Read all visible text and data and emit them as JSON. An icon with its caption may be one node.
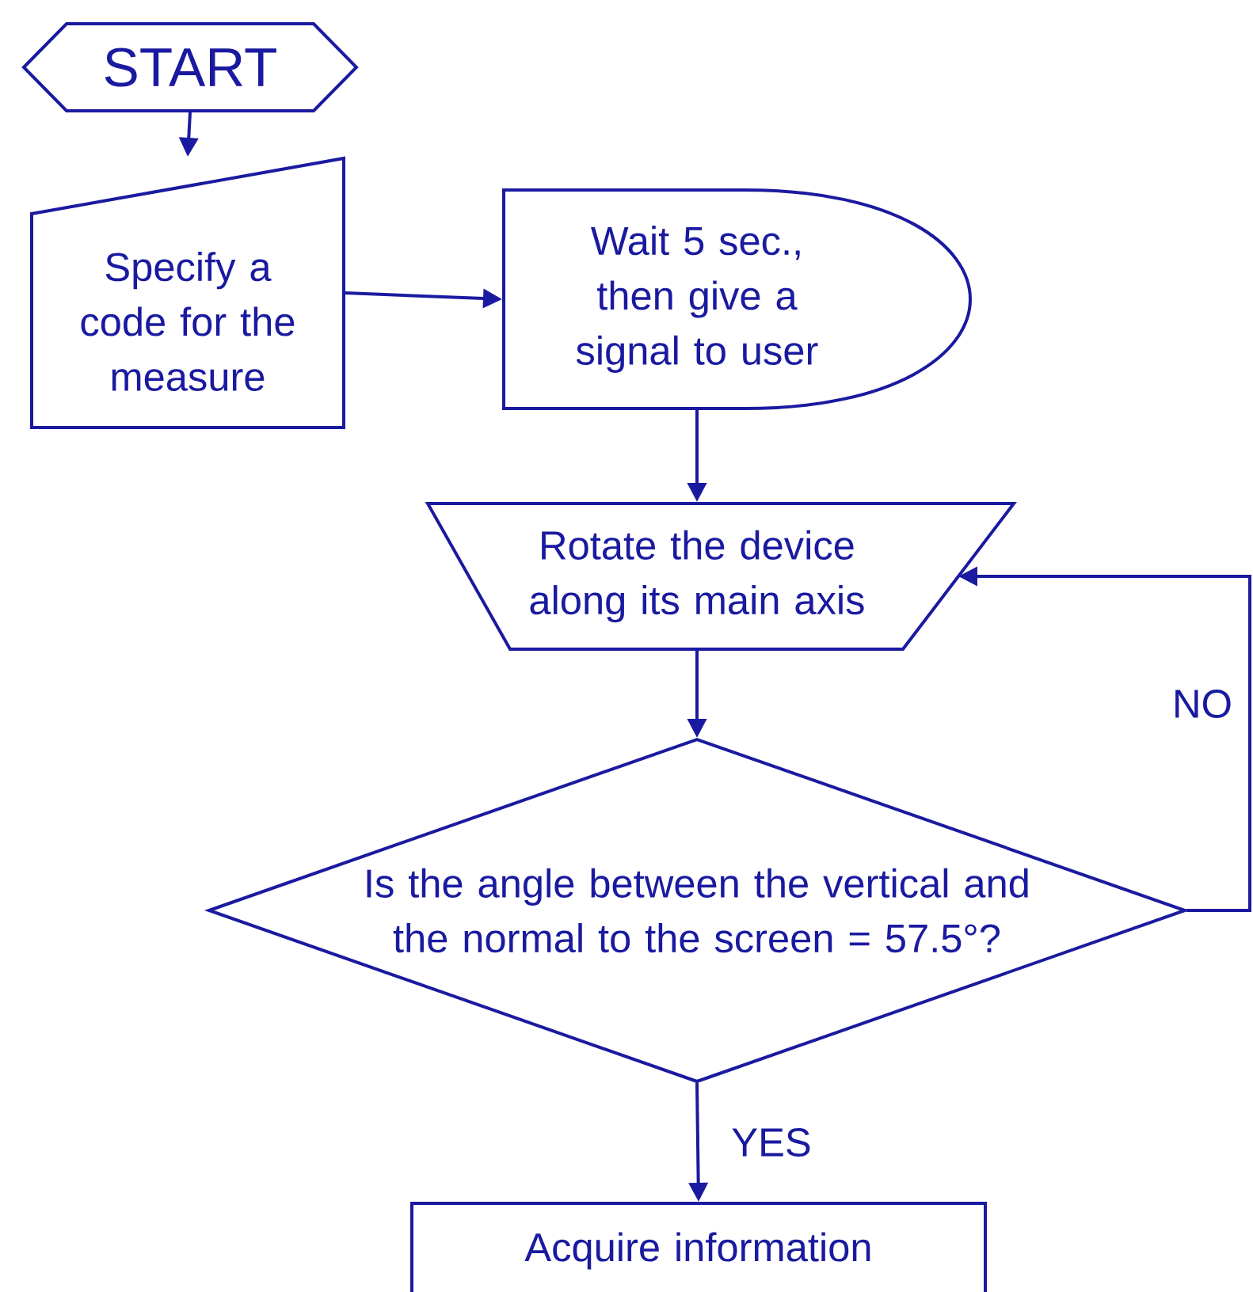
{
  "diagram": {
    "nodes": [
      {
        "text": [
          "START"
        ]
      },
      {
        "text": [
          "Specify a code for the measure"
        ]
      },
      {
        "text": [
          "Wait 5 sec., then give a signal to user"
        ]
      },
      {
        "text": [
          "Rotate the device along its main axis"
        ]
      },
      {
        "text": [
          "Is the angle between the vertical and the normal to the screen = 57.5°?"
        ]
      },
      {
        "text": [
          "Acquire information"
        ]
      }
    ],
    "edges": [
      {
        "from": 0,
        "to": 1,
        "arrow": "to"
      },
      {
        "from": 1,
        "to": 2,
        "arrow": "to"
      },
      {
        "from": 2,
        "to": 3,
        "arrow": "to"
      },
      {
        "from": 3,
        "to": 4,
        "arrow": "to"
      },
      {
        "from": 4,
        "to": 5,
        "arrow": "to",
        "label": "YES"
      },
      {
        "from": 4,
        "to": 3,
        "arrow": "to",
        "label": "NO"
      }
    ]
  }
}
